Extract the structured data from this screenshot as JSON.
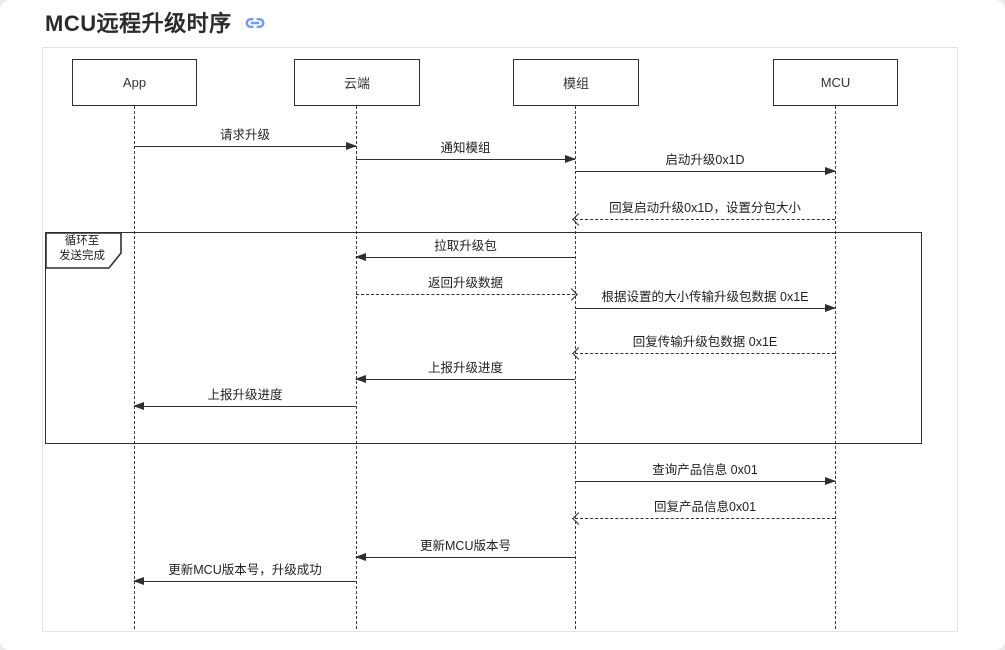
{
  "page": {
    "title": "MCU远程升级时序"
  },
  "colors": {
    "accent_blue": "#6d9af3",
    "line": "#2f2f2f",
    "canvas_border": "#e3e3e3"
  },
  "diagram": {
    "type": "sequence",
    "participants": [
      {
        "label": "App"
      },
      {
        "label": "云端"
      },
      {
        "label": "模组"
      },
      {
        "label": "MCU"
      }
    ],
    "loop": {
      "label_line1": "循环至",
      "label_line2": "发送完成"
    },
    "messages": [
      {
        "label": "请求升级",
        "from": "App",
        "to": "云端",
        "line": "solid"
      },
      {
        "label": "通知模组",
        "from": "云端",
        "to": "模组",
        "line": "solid"
      },
      {
        "label": "启动升级0x1D",
        "from": "模组",
        "to": "MCU",
        "line": "solid"
      },
      {
        "label": "回复启动升级0x1D，设置分包大小",
        "from": "MCU",
        "to": "模组",
        "line": "dashed"
      },
      {
        "label": "拉取升级包",
        "from": "模组",
        "to": "云端",
        "line": "solid"
      },
      {
        "label": "返回升级数据",
        "from": "云端",
        "to": "模组",
        "line": "dashed"
      },
      {
        "label": "根据设置的大小传输升级包数据 0x1E",
        "from": "模组",
        "to": "MCU",
        "line": "solid"
      },
      {
        "label": "回复传输升级包数据 0x1E",
        "from": "MCU",
        "to": "模组",
        "line": "dashed"
      },
      {
        "label": "上报升级进度",
        "from": "模组",
        "to": "云端",
        "line": "solid"
      },
      {
        "label": "上报升级进度",
        "from": "云端",
        "to": "App",
        "line": "solid"
      },
      {
        "label": "查询产品信息 0x01",
        "from": "模组",
        "to": "MCU",
        "line": "solid"
      },
      {
        "label": "回复产品信息0x01",
        "from": "MCU",
        "to": "模组",
        "line": "dashed"
      },
      {
        "label": "更新MCU版本号",
        "from": "模组",
        "to": "云端",
        "line": "solid"
      },
      {
        "label": "更新MCU版本号，升级成功",
        "from": "云端",
        "to": "App",
        "line": "solid"
      }
    ]
  }
}
